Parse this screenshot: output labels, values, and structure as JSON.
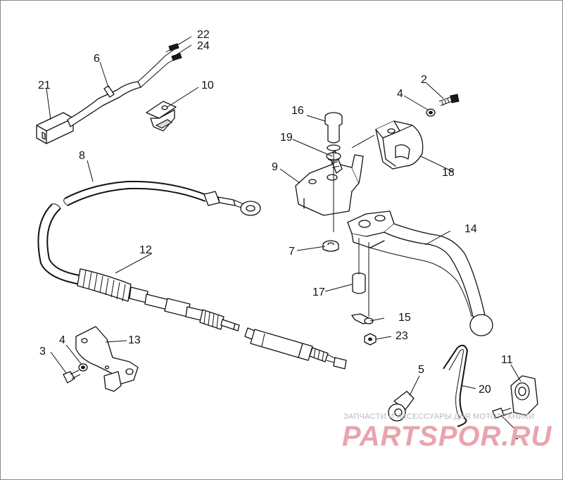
{
  "callouts": [
    "22",
    "24",
    "6",
    "21",
    "10",
    "2",
    "4",
    "16",
    "19",
    "9",
    "18",
    "8",
    "14",
    "7",
    "12",
    "17",
    "15",
    "23",
    "13",
    "3",
    "4",
    "5",
    "20",
    "11",
    "1"
  ],
  "watermark": {
    "tagline": "ЗАПЧАСТИ И АКСЕССУАРЫ ДЛЯ МОТОТЕХНИКИ",
    "logo": "PARTSPOR.RU",
    "color": "#e9a4ad"
  },
  "colors": {
    "line": "#111111",
    "background": "#ffffff"
  }
}
